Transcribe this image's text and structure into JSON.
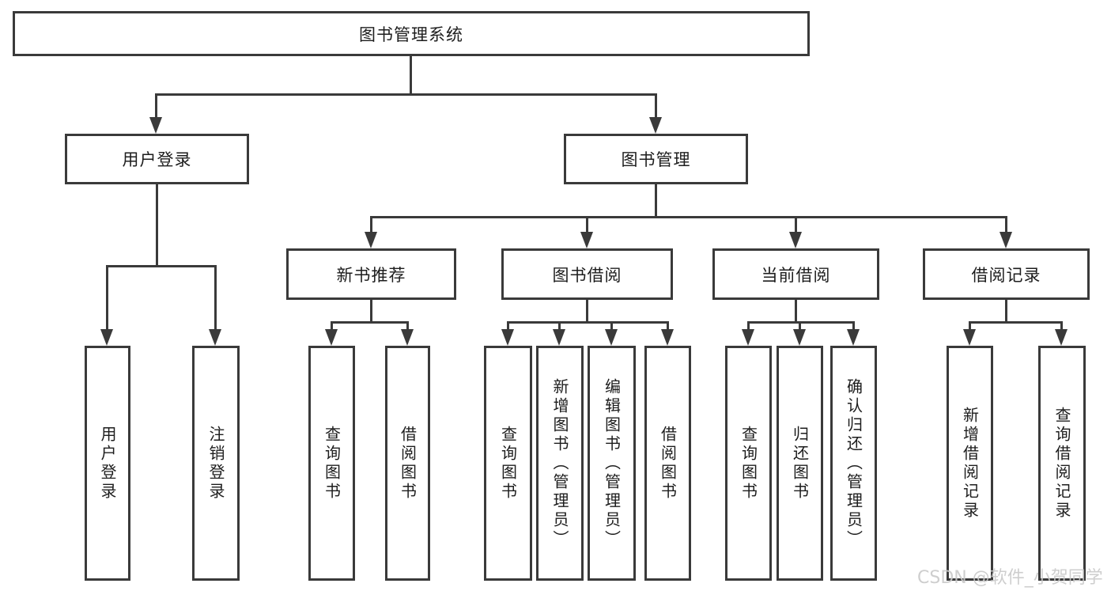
{
  "title": "图书管理系统",
  "watermark": "CSDN @软件_小贺同学",
  "colors": {
    "line": "#3a3a3a",
    "text": "#1d1d1d",
    "watermark": "#c9c9c9",
    "background": "#ffffff"
  },
  "tree": {
    "root": {
      "label": "图书管理系统"
    },
    "branches": [
      {
        "label": "用户登录",
        "children": [
          {
            "label": "用户登录"
          },
          {
            "label": "注销登录"
          }
        ]
      },
      {
        "label": "图书管理",
        "children": [
          {
            "label": "新书推荐",
            "children": [
              {
                "label": "查询图书"
              },
              {
                "label": "借阅图书"
              }
            ]
          },
          {
            "label": "图书借阅",
            "children": [
              {
                "label": "查询图书"
              },
              {
                "label": "新增图书（管理员）"
              },
              {
                "label": "编辑图书（管理员）"
              },
              {
                "label": "借阅图书"
              }
            ]
          },
          {
            "label": "当前借阅",
            "children": [
              {
                "label": "查询图书"
              },
              {
                "label": "归还图书"
              },
              {
                "label": "确认归还（管理员）"
              }
            ]
          },
          {
            "label": "借阅记录",
            "children": [
              {
                "label": "新增借阅记录"
              },
              {
                "label": "查询借阅记录"
              }
            ]
          }
        ]
      }
    ]
  }
}
